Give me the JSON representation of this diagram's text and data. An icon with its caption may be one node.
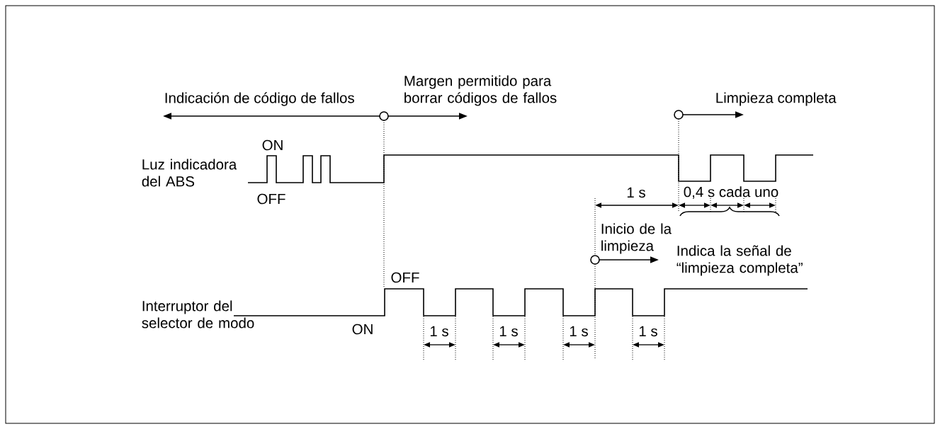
{
  "diagram": {
    "labels": [
      "Indicación de código de fallos",
      "Margen permitido para borrar códigos de fallos",
      "Limpieza completa",
      "ON",
      "Luz indicadora del ABS",
      "OFF",
      "1 s",
      "0,4 s cada uno",
      "Inicio de la limpieza",
      "Indica la señal de “limpieza completa”",
      "OFF",
      "Interruptor del selector de modo",
      "ON",
      "1 s",
      "1 s",
      "1 s",
      "1 s"
    ]
  }
}
